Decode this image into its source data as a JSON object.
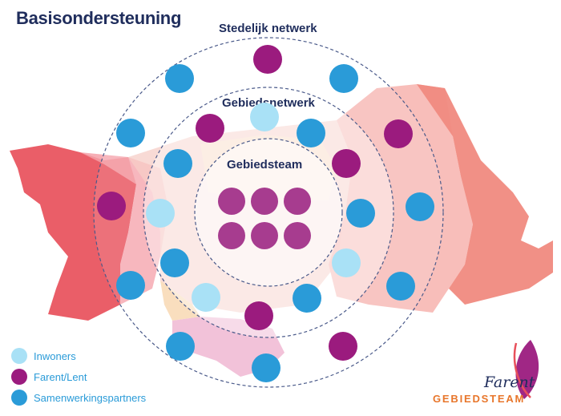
{
  "title": "Basisondersteuning",
  "rings": {
    "outer": "Stedelijk netwerk",
    "middle": "Gebiedsnetwerk",
    "inner": "Gebiedsteam"
  },
  "colors": {
    "inwoners": "#a9e1f6",
    "farent": "#9b1b7e",
    "farent_team": "#a73c8f",
    "partners": "#2a9bd8",
    "title": "#1f2d5c",
    "ring_line": "#4a5a8a",
    "map_red": "#e8505b",
    "map_pink": "#f4a9a4",
    "map_salmon": "#f08a80",
    "logo_orange": "#e8762b"
  },
  "legend": [
    {
      "key": "inwoners",
      "label": "Inwoners"
    },
    {
      "key": "farent",
      "label": "Farent/Lent"
    },
    {
      "key": "partners",
      "label": "Samenwerkingspartners"
    }
  ],
  "logo": {
    "brand": "Farent",
    "sub": "GEBIEDSTEAM"
  }
}
